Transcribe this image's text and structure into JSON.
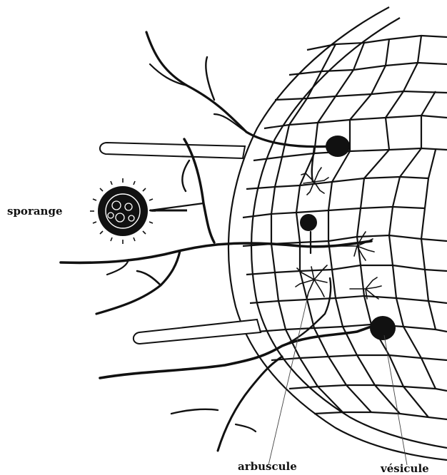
{
  "labels": {
    "sporange": "sporange",
    "arbuscule": "arbuscule",
    "vesicule": "vésicule"
  }
}
